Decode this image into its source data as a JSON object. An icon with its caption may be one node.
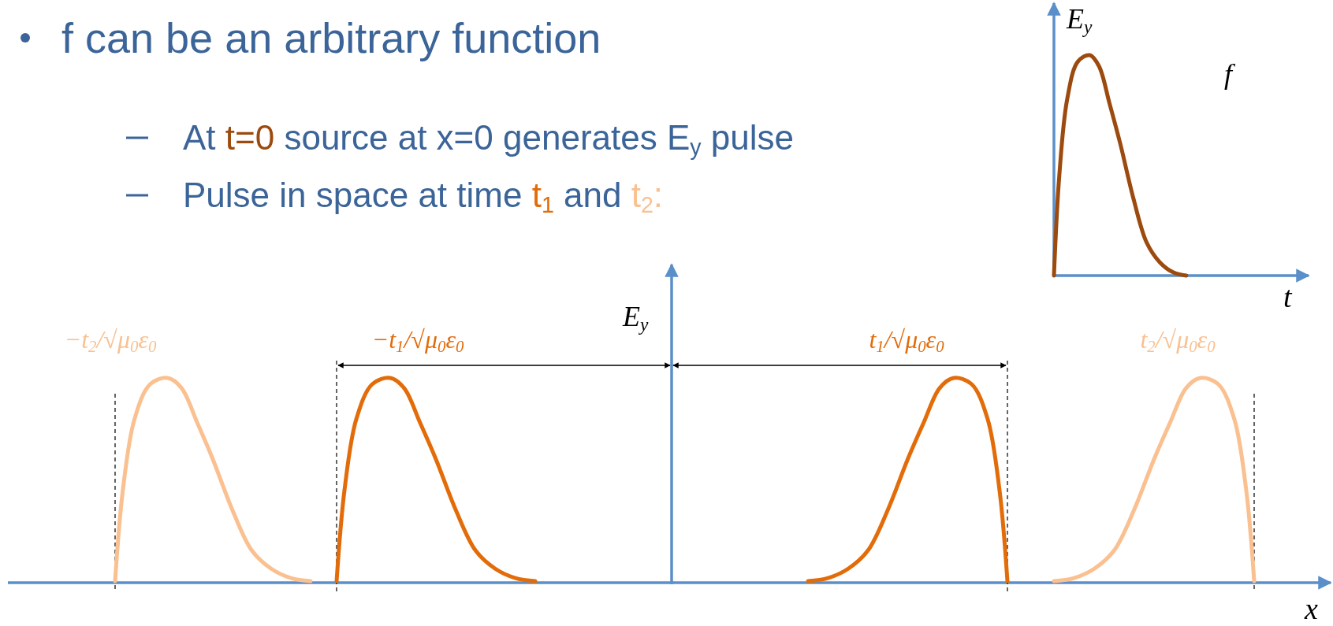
{
  "diagram": {
    "labels": [
      "f can be an arbitrary function",
      "At t=0 source at x=0 generates E$_{y}$ pulse",
      "Pulse in space at time t$_{1}$ and t$_{2}$:",
      "E$_{y}$",
      "f",
      "t",
      "E$_{y}$",
      "−t$_{2}$/√μ$_{0}$ε$_{0}$",
      "−t$_{1}$/√μ$_{0}$ε$_{0}$",
      "t$_{1}$/√μ$_{0}$ε$_{0}$",
      "t$_{2}$/√μ$_{0}$ε$_{0}$",
      "x"
    ]
  }
}
